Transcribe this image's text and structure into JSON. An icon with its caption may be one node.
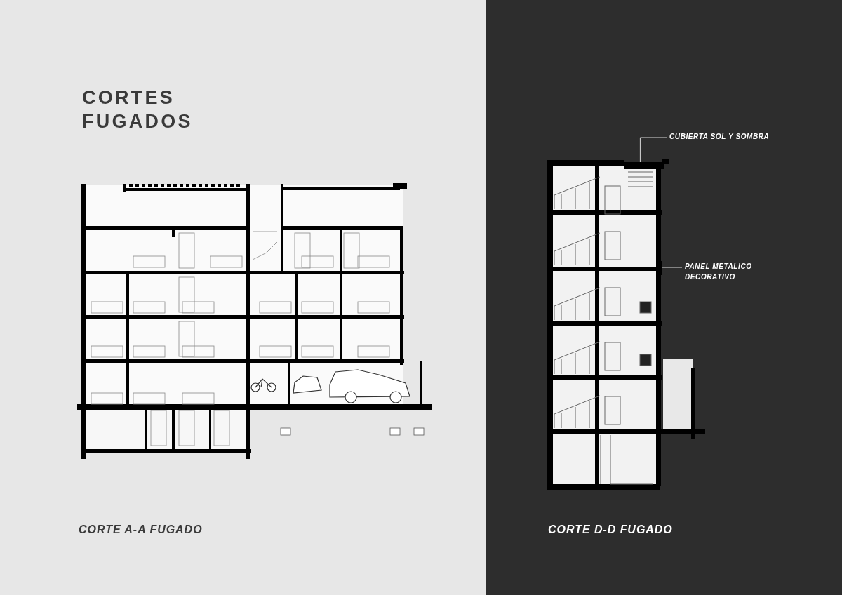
{
  "diagram": {
    "title": "CORTES FUGADOS",
    "nodes": [
      {
        "text": [
          "CUBIERTA SOL Y SOMBRA"
        ]
      },
      {
        "text": [
          "PANEL METALICO DECORATIVO"
        ]
      },
      {
        "text": [],
        "shape": "box"
      },
      {
        "text": [],
        "shape": "box"
      }
    ],
    "edges": [
      {
        "from": 0,
        "to": 2,
        "arrow": "none"
      },
      {
        "from": 1,
        "to": 3,
        "arrow": "none"
      }
    ],
    "labels": [
      "CORTE A-A FUGADO",
      "CORTE D-D FUGADO"
    ]
  }
}
